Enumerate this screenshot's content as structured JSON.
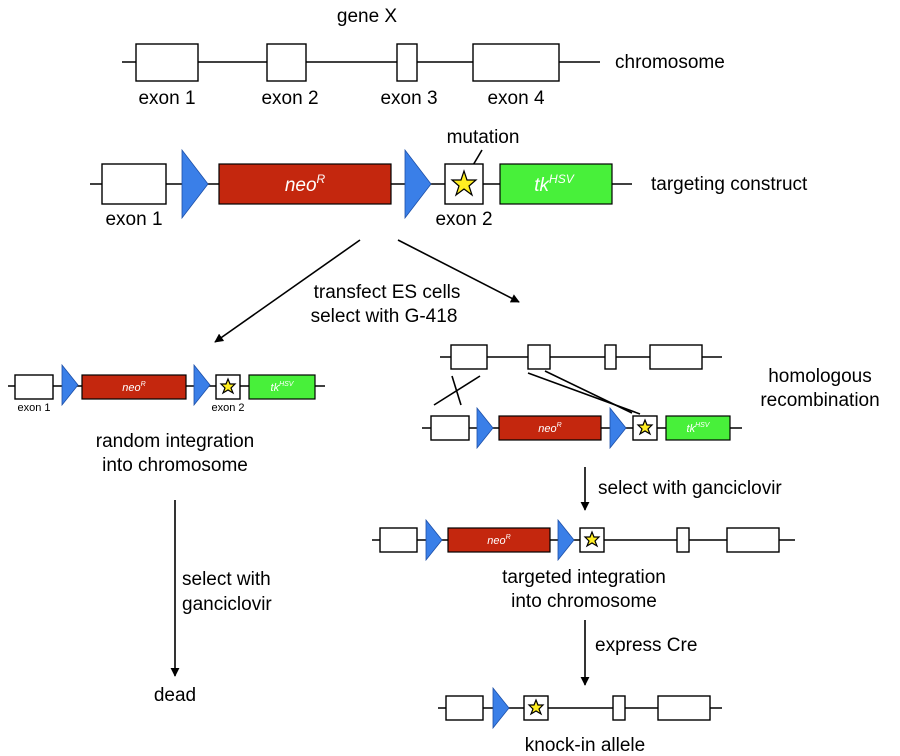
{
  "labels": {
    "gene_title": "gene X",
    "chromosome": "chromosome",
    "exon1": "exon 1",
    "exon2": "exon 2",
    "exon3": "exon 3",
    "exon4": "exon 4",
    "mutation": "mutation",
    "targeting_construct": "targeting construct",
    "neo_main": "neo",
    "neo_sup": "R",
    "tk_main": "tk",
    "tk_sup": "HSV",
    "transfect_line1": "transfect ES cells",
    "transfect_line2": "select with G-418",
    "random_line1": "random integration",
    "random_line2": "into chromosome",
    "select_with": "select with",
    "ganciclovir": "ganciclovir",
    "dead": "dead",
    "homologous": "homologous",
    "recombination": "recombination",
    "select_with_ganciclovir": "select with ganciclovir",
    "targeted_line1": "targeted integration",
    "targeted_line2": "into chromosome",
    "express_cre": "express Cre",
    "knockin": "knock-in allele"
  },
  "colors": {
    "neo": "#c4270e",
    "tk": "#48f03a",
    "loxp": "#3a7fe8",
    "star": "#ffee22"
  }
}
